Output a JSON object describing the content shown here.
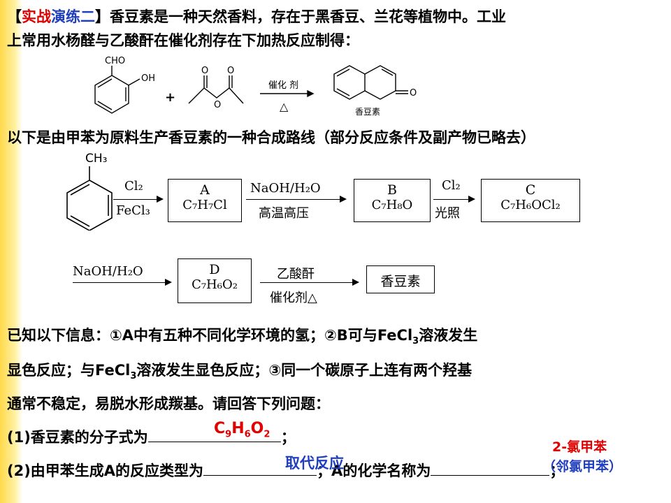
{
  "intro": {
    "tag_open": "【",
    "tag_a": "实战",
    "tag_b": "演练二",
    "tag_close": "】",
    "line1_rest": "香豆素是一种天然香料，存在于黑香豆、兰花等植物中。工业",
    "line2": "上常用水杨醛与乙酸酐在催化剂存在下加热反应制得："
  },
  "reaction": {
    "cho": "CHO",
    "oh": "OH",
    "plus": "+",
    "o_left": "O",
    "o_mid": "O",
    "o_right": "O",
    "catalyst": "催化 剂",
    "heat": "△",
    "carbonyl_o": "O",
    "product_label": "香豆素"
  },
  "route_intro": "以下是由甲苯为原料生产香豆素的一种合成路线（部分反应条件及副产物已略去）",
  "route": {
    "methyl": "CH₃",
    "step1_top": "Cl₂",
    "step1_bottom": "FeCl₃",
    "A_name": "A",
    "A_formula": "C₇H₇Cl",
    "step2_top": "NaOH/H₂O",
    "step2_bottom": "高温高压",
    "B_name": "B",
    "B_formula": "C₇H₈O",
    "step3_top": "Cl₂",
    "step3_bottom": "光照",
    "C_name": "C",
    "C_formula": "C₇H₆OCl₂",
    "step4_top": "NaOH/H₂O",
    "D_name": "D",
    "D_formula": "C₇H₆O₂",
    "step5_top": "乙酸酐",
    "step5_bottom": "催化剂△",
    "product": "香豆素"
  },
  "info": {
    "l1_a": "已知以下信息：①A中有五种不同化学环境的氢；②B可与FeCl",
    "l1_sub": "3",
    "l1_b": "溶液发生",
    "l2_a": "显色反应；与FeCl",
    "l2_sub": "3",
    "l2_b": "溶液发生显色反应；③同一个碳原子上连有两个羟基",
    "l3": "通常不稳定，易脱水形成羰基。请回答下列问题："
  },
  "q1": {
    "text": "(1)香豆素的分子式为",
    "end": "；",
    "ans_c": "C",
    "ans_9": "9",
    "ans_h": "H",
    "ans_6": "6",
    "ans_o": "O",
    "ans_2": "2"
  },
  "q2": {
    "text_a": "(2)由甲苯生成A的反应类型为",
    "sep": "；A的化学名称为",
    "end": "；",
    "ans1": "取代反应",
    "ans2_line1": "2-氯甲苯",
    "ans2_line2": "（邻氯甲苯）"
  }
}
